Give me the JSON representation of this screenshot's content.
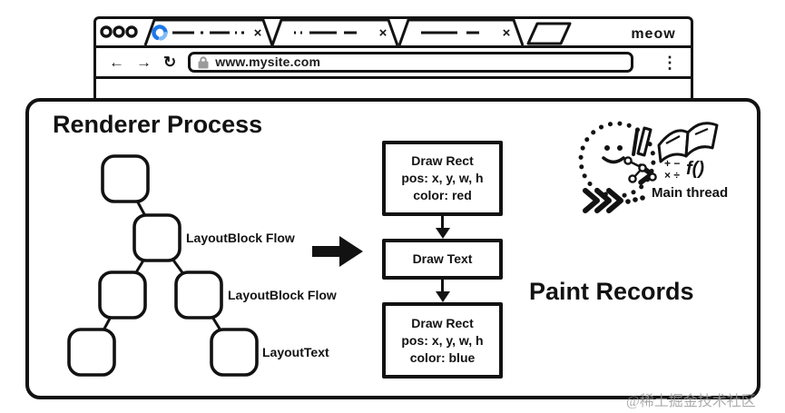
{
  "browser": {
    "url": "www.mysite.com",
    "brand": "meow",
    "tab_count": 3,
    "first_tab_loading": true
  },
  "icons": {
    "close": "×",
    "back": "←",
    "forward": "→",
    "reload": "↻",
    "menu": "⋮"
  },
  "renderer": {
    "title": "Renderer Process",
    "tree": {
      "labels": [
        "LayoutBlock Flow",
        "LayoutBlock Flow",
        "LayoutText"
      ]
    },
    "paint": {
      "heading": "Paint Records",
      "records": [
        {
          "title": "Draw Rect",
          "pos": "pos: x, y, w, h",
          "color": "color: red"
        },
        {
          "title": "Draw Text"
        },
        {
          "title": "Draw Rect",
          "pos": "pos: x, y, w, h",
          "color": "color: blue"
        }
      ]
    },
    "main_thread": {
      "label": "Main thread",
      "function_symbol": "f()",
      "math_row1": "+ −",
      "math_row2": "× ÷"
    }
  },
  "watermark": "@稀土掘金技术社区",
  "colors": {
    "ink": "#121212",
    "spinner_dark": "#1e78e8",
    "spinner_light": "#82bbf6",
    "lock_gray": "#9a9a9a",
    "watermark_gray": "#9e9e9e"
  }
}
